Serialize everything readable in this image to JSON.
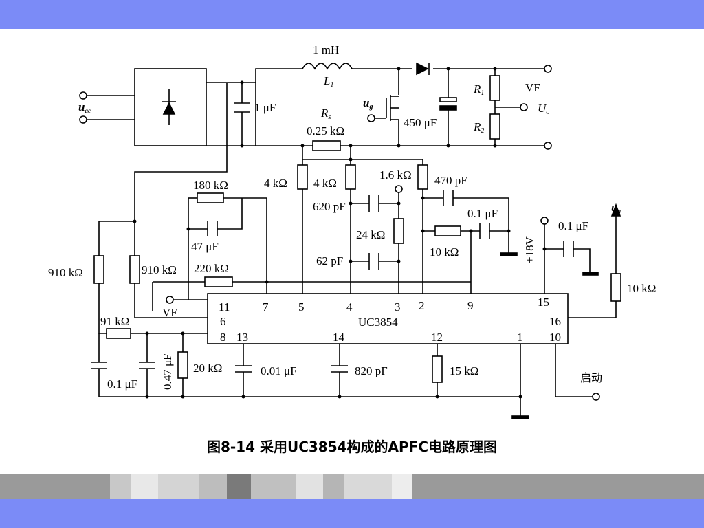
{
  "colors": {
    "band": "#7b8bf7",
    "strip": "#9a9a9a",
    "wire": "#000000",
    "background": "#ffffff"
  },
  "caption": "图8-14  采用UC3854构成的APFC电路原理图",
  "labels": {
    "inductor_value": "1 mH",
    "inductor_name_base": "L",
    "inductor_name_sub": "1",
    "input_cap": "1 μF",
    "rs_name_base": "R",
    "rs_name_sub": "s",
    "rs_value": "0.25 kΩ",
    "gate_in_base": "u",
    "gate_in_sub": "g",
    "bulk_cap": "450  μF",
    "r1_base": "R",
    "r1_sub": "1",
    "r2_base": "R",
    "r2_sub": "2",
    "vf_top": "VF",
    "uo_base": "U",
    "uo_sub": "o",
    "uac_base": "u",
    "uac_sub": "ac",
    "r_4k_a": "4 kΩ",
    "r_4k_b": "4 kΩ",
    "r_1_6k": "1.6 kΩ",
    "c_470p": "470 pF",
    "r_180k": "180 kΩ",
    "c_620p": "620 pF",
    "c_0_1u_mid": "0.1 μF",
    "r_24k": "24 kΩ",
    "c_47u": "47 μF",
    "c_62p": "62 pF",
    "r_10k_mid": "10 kΩ",
    "r_220k": "220 kΩ",
    "r_910k_left": "910 kΩ",
    "r_910k_mid": "910 kΩ",
    "vf_pin": "VF",
    "r_91k": "91 kΩ",
    "supply": "+18V",
    "c_0_1u_supply": "0.1 μF",
    "ug_out_base": "u",
    "ug_out_sub": "g",
    "r_10k_out": "10 kΩ",
    "chip": "UC3854",
    "c_0_1u_bottom": "0.1 μF",
    "c_0_47u": "0.47 μF",
    "r_20k": "20 kΩ",
    "c_0_01u": "0.01 μF",
    "c_820p": "820 pF",
    "r_15k": "15 kΩ",
    "start": "启动"
  },
  "pins": {
    "p11": "11",
    "p7": "7",
    "p5": "5",
    "p4": "4",
    "p3": "3",
    "p2": "2",
    "p9": "9",
    "p15": "15",
    "p6": "6",
    "p16": "16",
    "p8": "8",
    "p13": "13",
    "p14": "14",
    "p12": "12",
    "p1": "1",
    "p10": "10"
  }
}
